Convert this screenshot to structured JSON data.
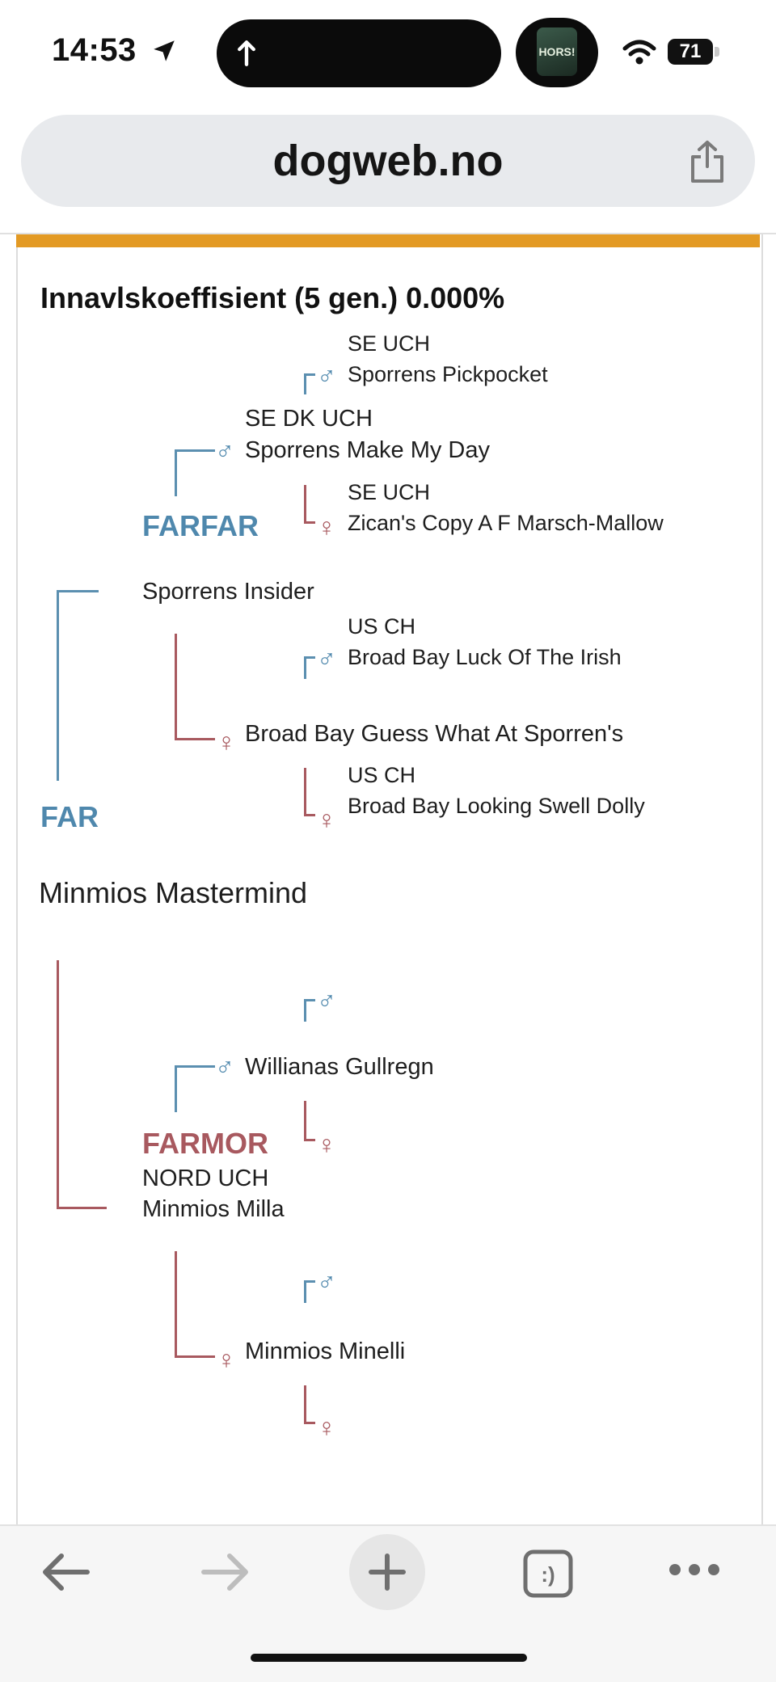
{
  "status_bar": {
    "time": "14:53",
    "battery": "71",
    "app_icon_text": "HORS!"
  },
  "browser": {
    "url": "dogweb.no"
  },
  "pedigree": {
    "heading": "Innavlskoeffisient (5 gen.) 0.000%",
    "subject": "Minmios Mastermind",
    "sire": {
      "label": "FAR",
      "name": "Sporrens Insider"
    },
    "paternal_grandsire": {
      "label": "FARFAR",
      "title": "SE DK UCH",
      "name": "Sporrens Make My Day"
    },
    "ggs1": {
      "title": "SE UCH",
      "name": "Sporrens Pickpocket"
    },
    "ggd1": {
      "title": "SE UCH",
      "name": "Zican's Copy A F Marsch-Mallow"
    },
    "paternal_granddam_of_sire": {
      "name": "Broad Bay Guess What At Sporren's"
    },
    "ggs2": {
      "title": "US CH",
      "name": "Broad Bay Luck Of The Irish"
    },
    "ggd2": {
      "title": "US CH",
      "name": "Broad Bay Looking Swell Dolly"
    },
    "dam_side": {
      "label": "FARMOR",
      "title": "NORD UCH",
      "name": "Minmios Milla"
    },
    "dam_sire": {
      "name": "Willianas Gullregn"
    },
    "dam_dam": {
      "name": "Minmios Minelli"
    }
  },
  "symbols": {
    "male": "♂",
    "female": "♀"
  },
  "colors": {
    "accent_orange": "#e39a24",
    "male_blue": "#4f88ad",
    "female_red": "#a8595f"
  },
  "toolbar": {
    "icons": [
      "back-arrow-icon",
      "forward-arrow-icon",
      "plus-icon",
      "tabs-icon",
      "more-icon"
    ],
    "tabs_glyph": ":)"
  }
}
